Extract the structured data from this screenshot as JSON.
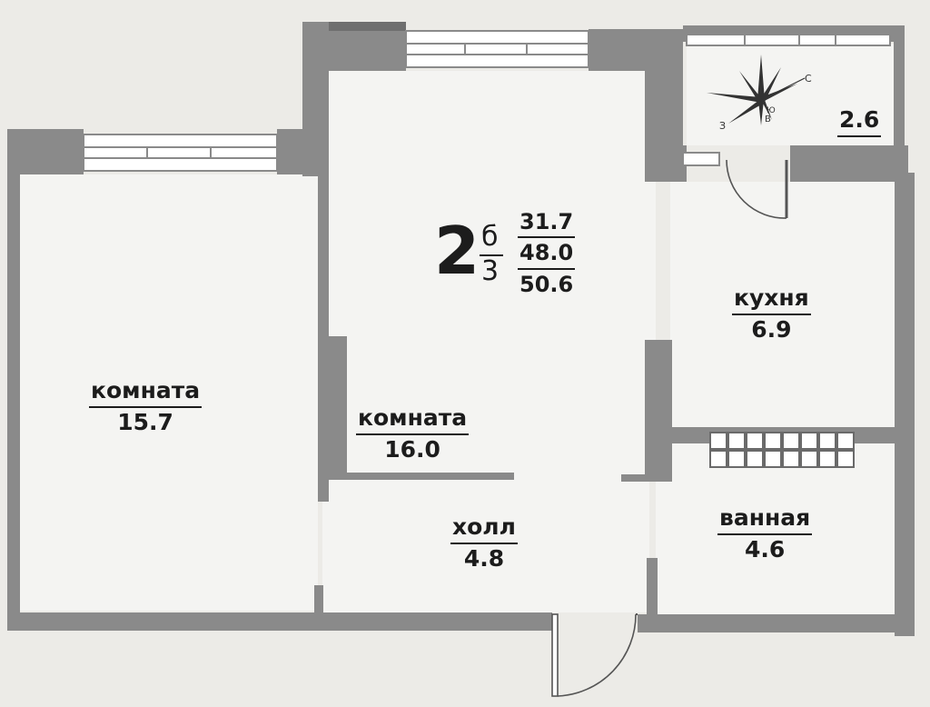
{
  "plan": {
    "total": {
      "rooms_count": "2",
      "superscript": "б",
      "subscript": "3",
      "living_area": "31.7",
      "total_area": "48.0",
      "total_area_with_balcony": "50.6"
    },
    "rooms": {
      "room_left": {
        "name": "комната",
        "area": "15.7"
      },
      "room_center": {
        "name": "комната",
        "area": "16.0"
      },
      "kitchen": {
        "name": "кухня",
        "area": "6.9"
      },
      "hall": {
        "name": "холл",
        "area": "4.8"
      },
      "bathroom": {
        "name": "ванная",
        "area": "4.6"
      },
      "balcony": {
        "area": "2.6"
      }
    },
    "compass_letters": [
      "C",
      "В",
      "Ю",
      "З"
    ]
  }
}
